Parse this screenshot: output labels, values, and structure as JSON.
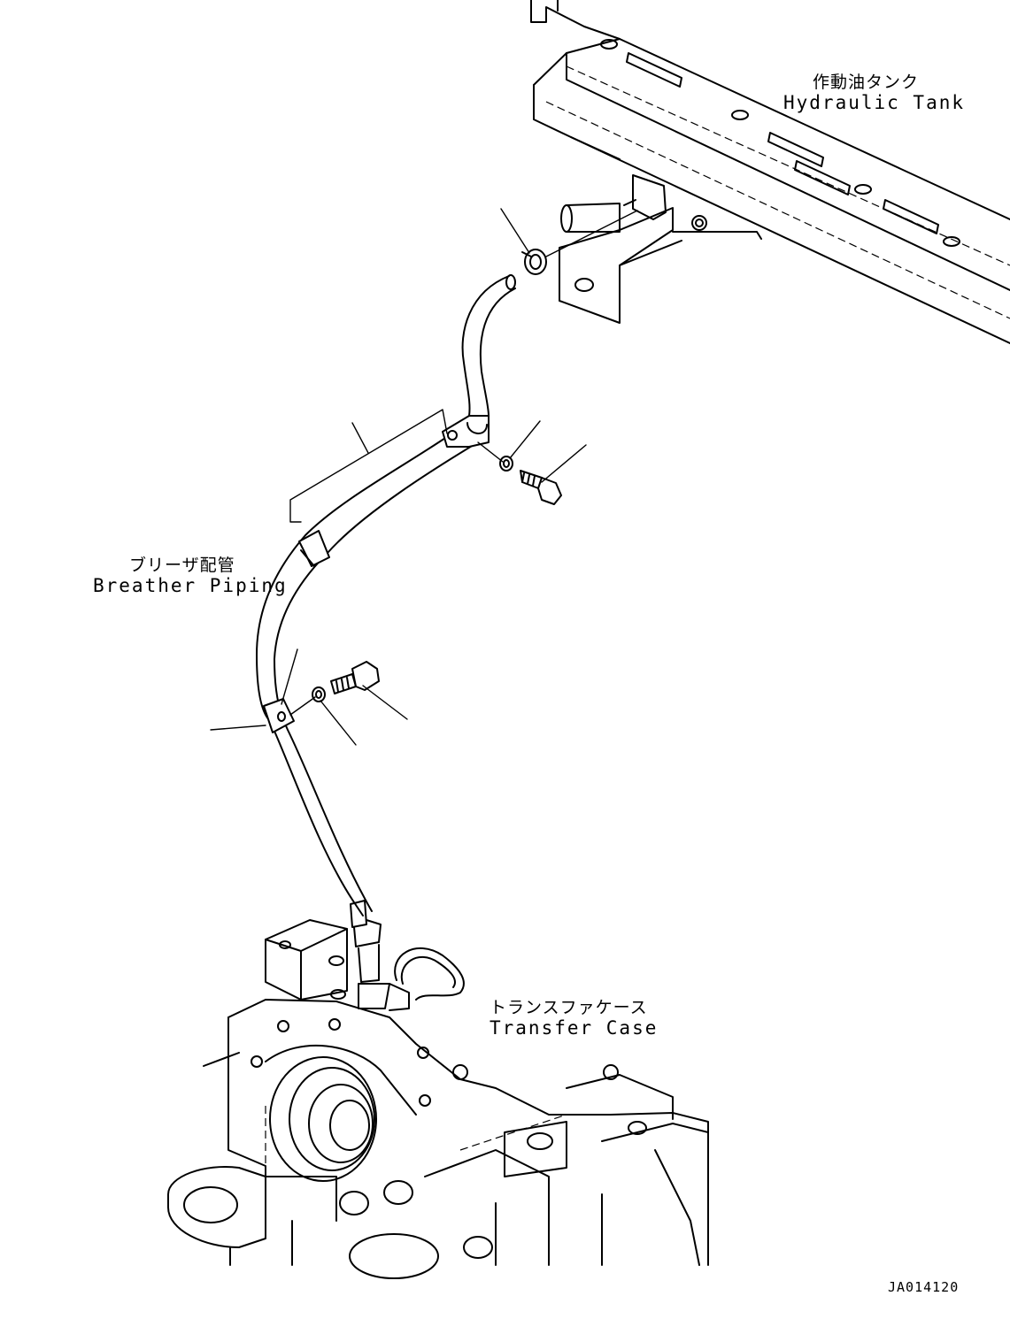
{
  "labels": {
    "hydraulic_tank_jp": "作動油タンク",
    "hydraulic_tank_en": "Hydraulic Tank",
    "breather_piping_jp": "ブリーザ配管",
    "breather_piping_en": "Breather Piping",
    "transfer_case_jp": "トランスファケース",
    "transfer_case_en": "Transfer Case",
    "drawing_code": "JA014120"
  }
}
